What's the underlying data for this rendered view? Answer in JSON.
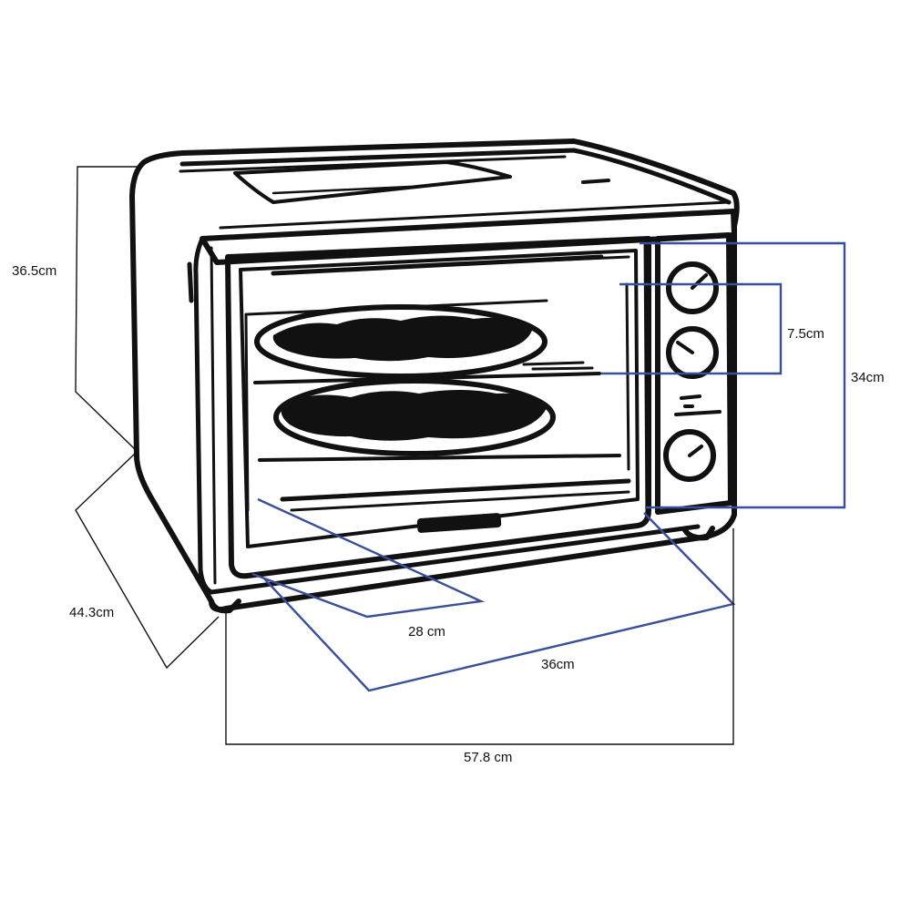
{
  "colors": {
    "outline": "#111111",
    "inner_dimension": "#3a4f9a",
    "background": "#ffffff"
  },
  "icons": {
    "appliance": "toaster-oven-icon",
    "food": "pizza-icon"
  },
  "dimensions": {
    "outer_height": "36.5cm",
    "outer_depth": "44.3cm",
    "outer_width": "57.8 cm",
    "inner_height": "34cm",
    "rack_spacing": "7.5cm",
    "inner_depth": "28 cm",
    "inner_width": "36cm"
  }
}
